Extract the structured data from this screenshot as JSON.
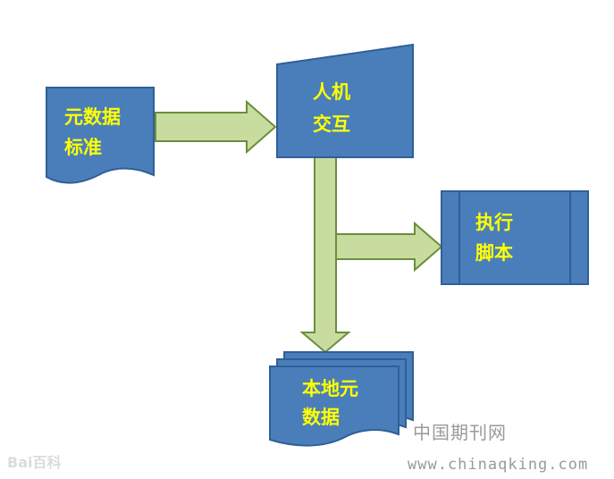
{
  "colors": {
    "node_fill": "#4a7ebb",
    "node_stroke": "#2f5f97",
    "label": "#ffff00",
    "arrow_fill": "#c9dca0",
    "arrow_stroke": "#6b8e3a",
    "watermark": "#9a9a9a"
  },
  "diagram": {
    "nodes": {
      "metadata_standard": {
        "line1": "元数据",
        "line2": "标准",
        "shape": "document"
      },
      "hci": {
        "line1": "人机",
        "line2": "交互",
        "shape": "manual-input"
      },
      "exec_script": {
        "line1": "执行",
        "line2": "脚本",
        "shape": "predefined-process"
      },
      "local_metadata": {
        "line1": "本地元",
        "line2": "数据",
        "shape": "multi-document"
      }
    },
    "edges": [
      {
        "from": "metadata_standard",
        "to": "hci"
      },
      {
        "from": "hci",
        "to": "exec_script"
      },
      {
        "from": "hci",
        "to": "local_metadata"
      }
    ]
  },
  "watermarks": {
    "site_cn": "中国期刊网",
    "site_url": "www.chinaqking.com",
    "baidu_logo": "Bai百科"
  }
}
